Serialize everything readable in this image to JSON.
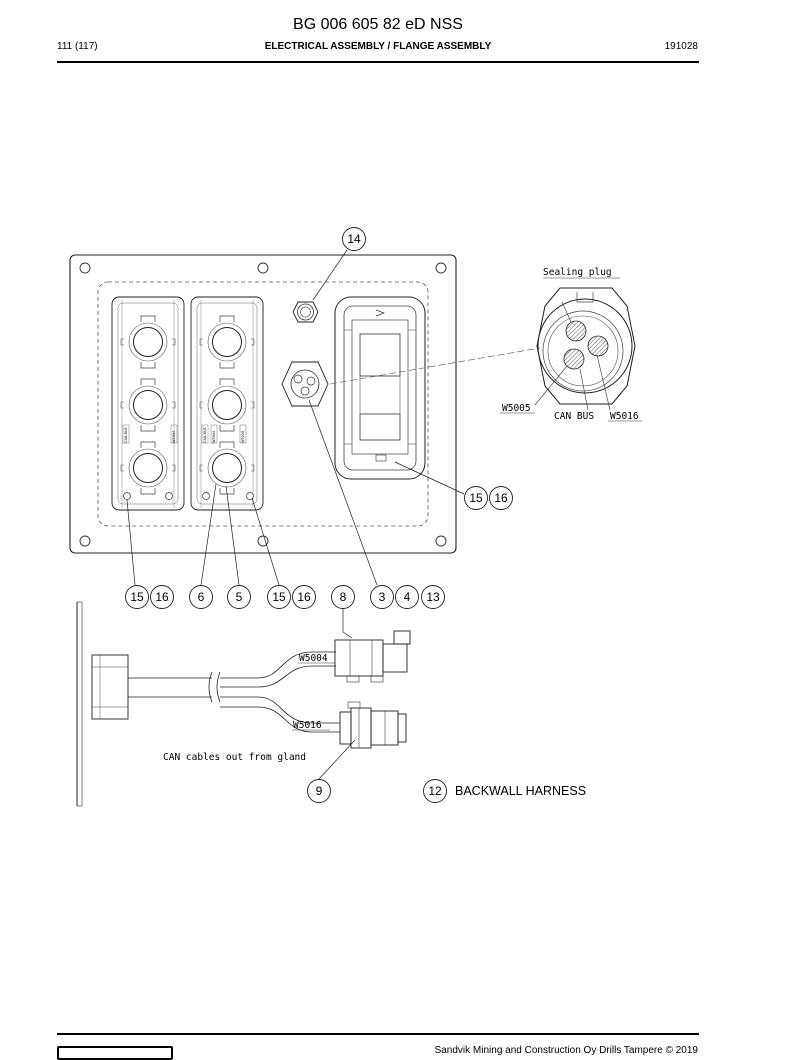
{
  "header": {
    "doc_title": "BG 006 605 82 eD NSS",
    "page": "111 (117)",
    "section": "ELECTRICAL ASSEMBLY / FLANGE ASSEMBLY",
    "date_code": "191028"
  },
  "footer": {
    "copyright": "Sandvik Mining and Construction Oy Drills Tampere © 2019"
  },
  "labels": {
    "sealing_plug": "Sealing plug",
    "w5005": "W5005",
    "can_bus": "CAN BUS",
    "w5016_plug": "W5016",
    "w5004": "W5004",
    "w5016_cable": "W5016",
    "can_cables": "CAN cables out from gland",
    "backwall_harness": "BACKWALL HARNESS",
    "connector_marking_a": "CAN-BUS",
    "connector_marking_b": "W5004",
    "connector_marking_c": "W5016"
  },
  "balloons": {
    "b14": "14",
    "b15a": "15",
    "b16a": "16",
    "b15b": "15",
    "b16b": "16",
    "b6": "6",
    "b5": "5",
    "b15c": "15",
    "b16c": "16",
    "b8": "8",
    "b3": "3",
    "b4": "4",
    "b13": "13",
    "b9": "9",
    "b12": "12"
  }
}
